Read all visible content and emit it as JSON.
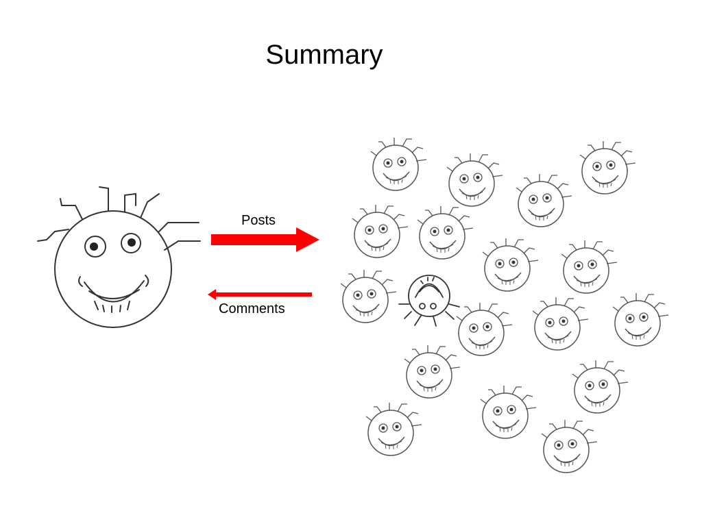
{
  "slide": {
    "title": "Summary",
    "posts_label": "Posts",
    "comments_label": "Comments"
  },
  "colors": {
    "arrow": "#ff0000",
    "stroke": "#333333",
    "crowd_stroke": "#555555"
  }
}
